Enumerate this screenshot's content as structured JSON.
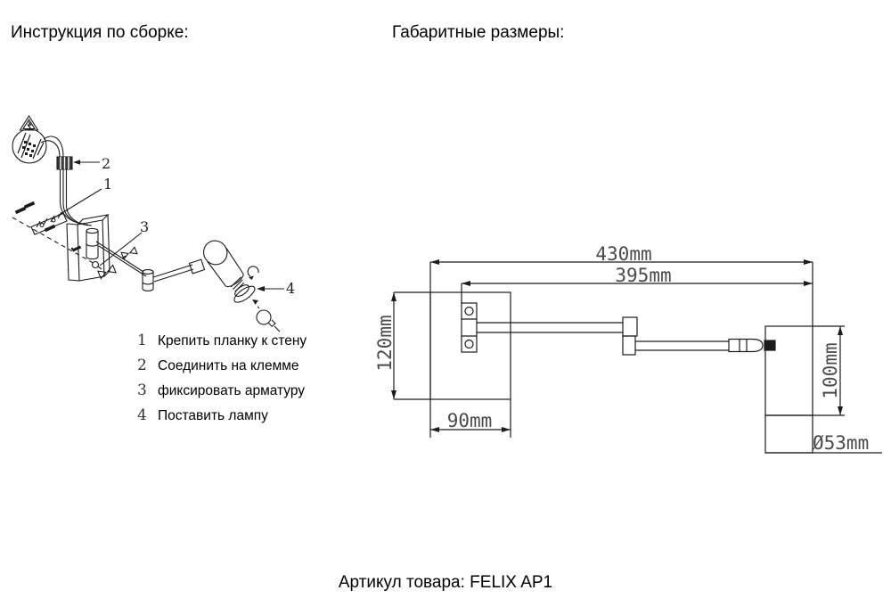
{
  "titles": {
    "assembly": "Инструкция по сборке:",
    "dimensions": "Габаритные размеры:"
  },
  "steps": [
    {
      "num": "1",
      "label": "Крепить планку к стену"
    },
    {
      "num": "2",
      "label": "Соединить на клемме"
    },
    {
      "num": "3",
      "label": "фиксировать арматуру"
    },
    {
      "num": "4",
      "label": "Поставить лампу"
    }
  ],
  "callouts": {
    "c1": "1",
    "c2": "2",
    "c3": "3",
    "c4": "4"
  },
  "dimensions": {
    "total_width": "430mm",
    "arm_width": "395mm",
    "plate_height": "120mm",
    "plate_width": "90mm",
    "shade_height": "100mm",
    "shade_diameter": "Ø53mm"
  },
  "footer": {
    "sku_line": "Артикул товара: FELIX AP1"
  },
  "colors": {
    "line": "#1c1c1c",
    "dim_text": "#4a4a4a",
    "text": "#000000",
    "background": "#ffffff"
  }
}
